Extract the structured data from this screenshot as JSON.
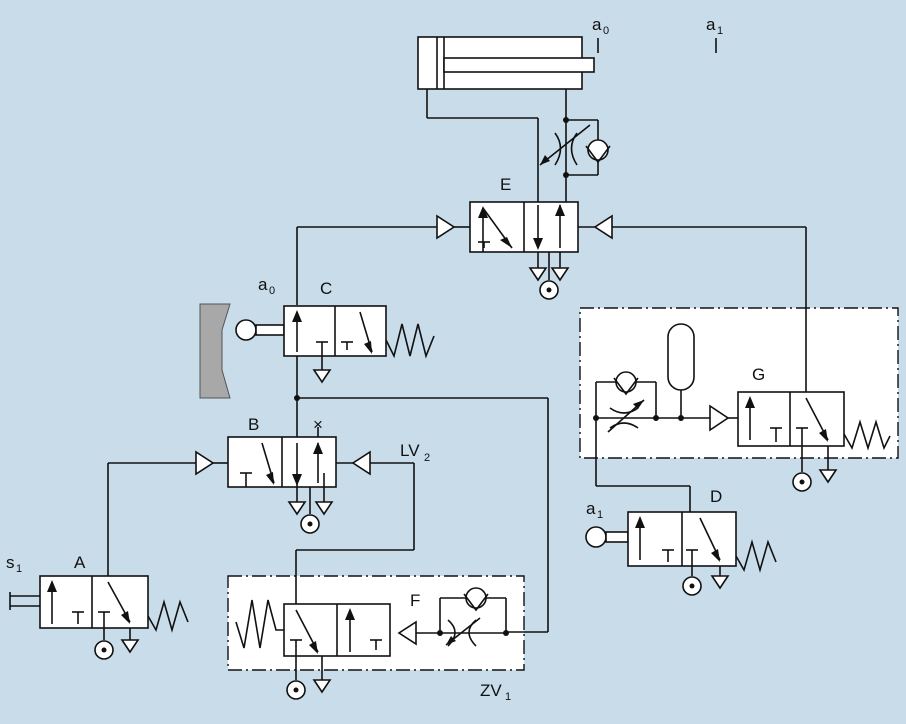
{
  "labels": {
    "a0_top": "a",
    "a0_top_sub": "0",
    "a1_top": "a",
    "a1_top_sub": "1",
    "a0_c": "a",
    "a0_c_sub": "0",
    "a1_d": "a",
    "a1_d_sub": "1",
    "s1": "s",
    "s1_sub": "1",
    "lv2": "LV",
    "lv2_sub": "2",
    "zv1": "ZV",
    "zv1_sub": "1",
    "x_mark": "×"
  },
  "valves": {
    "A": "A",
    "B": "B",
    "C": "C",
    "D": "D",
    "E": "E",
    "F": "F",
    "G": "G"
  }
}
